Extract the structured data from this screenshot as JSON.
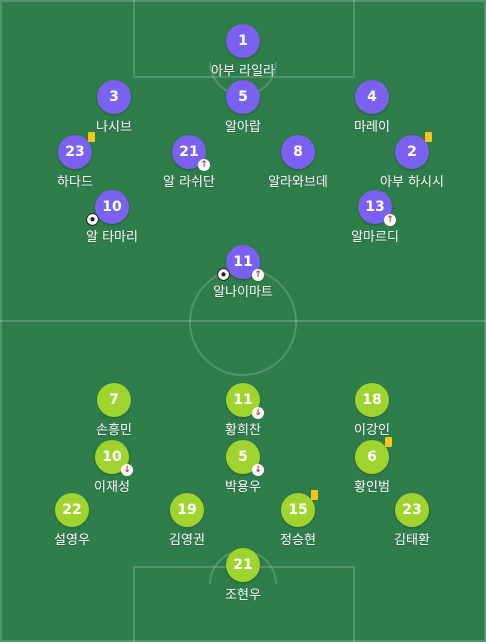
{
  "away": [
    {
      "num": "1",
      "name": "아부 라일라",
      "events": []
    },
    {
      "num": "3",
      "name": "나시브",
      "events": []
    },
    {
      "num": "5",
      "name": "알아랍",
      "events": []
    },
    {
      "num": "4",
      "name": "마레이",
      "events": []
    },
    {
      "num": "23",
      "name": "하다드",
      "events": [
        "yellow"
      ]
    },
    {
      "num": "21",
      "name": "알 라쉬단",
      "events": [
        "sub-in"
      ]
    },
    {
      "num": "8",
      "name": "알라와브데",
      "events": []
    },
    {
      "num": "2",
      "name": "아부 하시시",
      "events": [
        "yellow"
      ]
    },
    {
      "num": "10",
      "name": "알 타마리",
      "events": [
        "goal"
      ]
    },
    {
      "num": "13",
      "name": "알마르디",
      "events": [
        "sub-in"
      ]
    },
    {
      "num": "11",
      "name": "알나이마트",
      "events": [
        "goal",
        "sub-in"
      ]
    }
  ],
  "home": [
    {
      "num": "7",
      "name": "손흥민",
      "events": []
    },
    {
      "num": "11",
      "name": "황희찬",
      "events": [
        "sub-out"
      ]
    },
    {
      "num": "18",
      "name": "이강인",
      "events": []
    },
    {
      "num": "10",
      "name": "이재성",
      "events": [
        "sub-out"
      ]
    },
    {
      "num": "5",
      "name": "박용우",
      "events": [
        "sub-out"
      ]
    },
    {
      "num": "6",
      "name": "황인범",
      "events": [
        "yellow"
      ]
    },
    {
      "num": "22",
      "name": "설영우",
      "events": []
    },
    {
      "num": "19",
      "name": "김영권",
      "events": []
    },
    {
      "num": "15",
      "name": "정승현",
      "events": [
        "yellow"
      ]
    },
    {
      "num": "23",
      "name": "김태환",
      "events": []
    },
    {
      "num": "21",
      "name": "조현우",
      "events": []
    }
  ],
  "colors": {
    "away": "#7b61f0",
    "home": "#9fd42f",
    "pitch": "#2e7d4a",
    "yellow_card": "#f5c518",
    "sub_arrow": "#e0303a"
  }
}
